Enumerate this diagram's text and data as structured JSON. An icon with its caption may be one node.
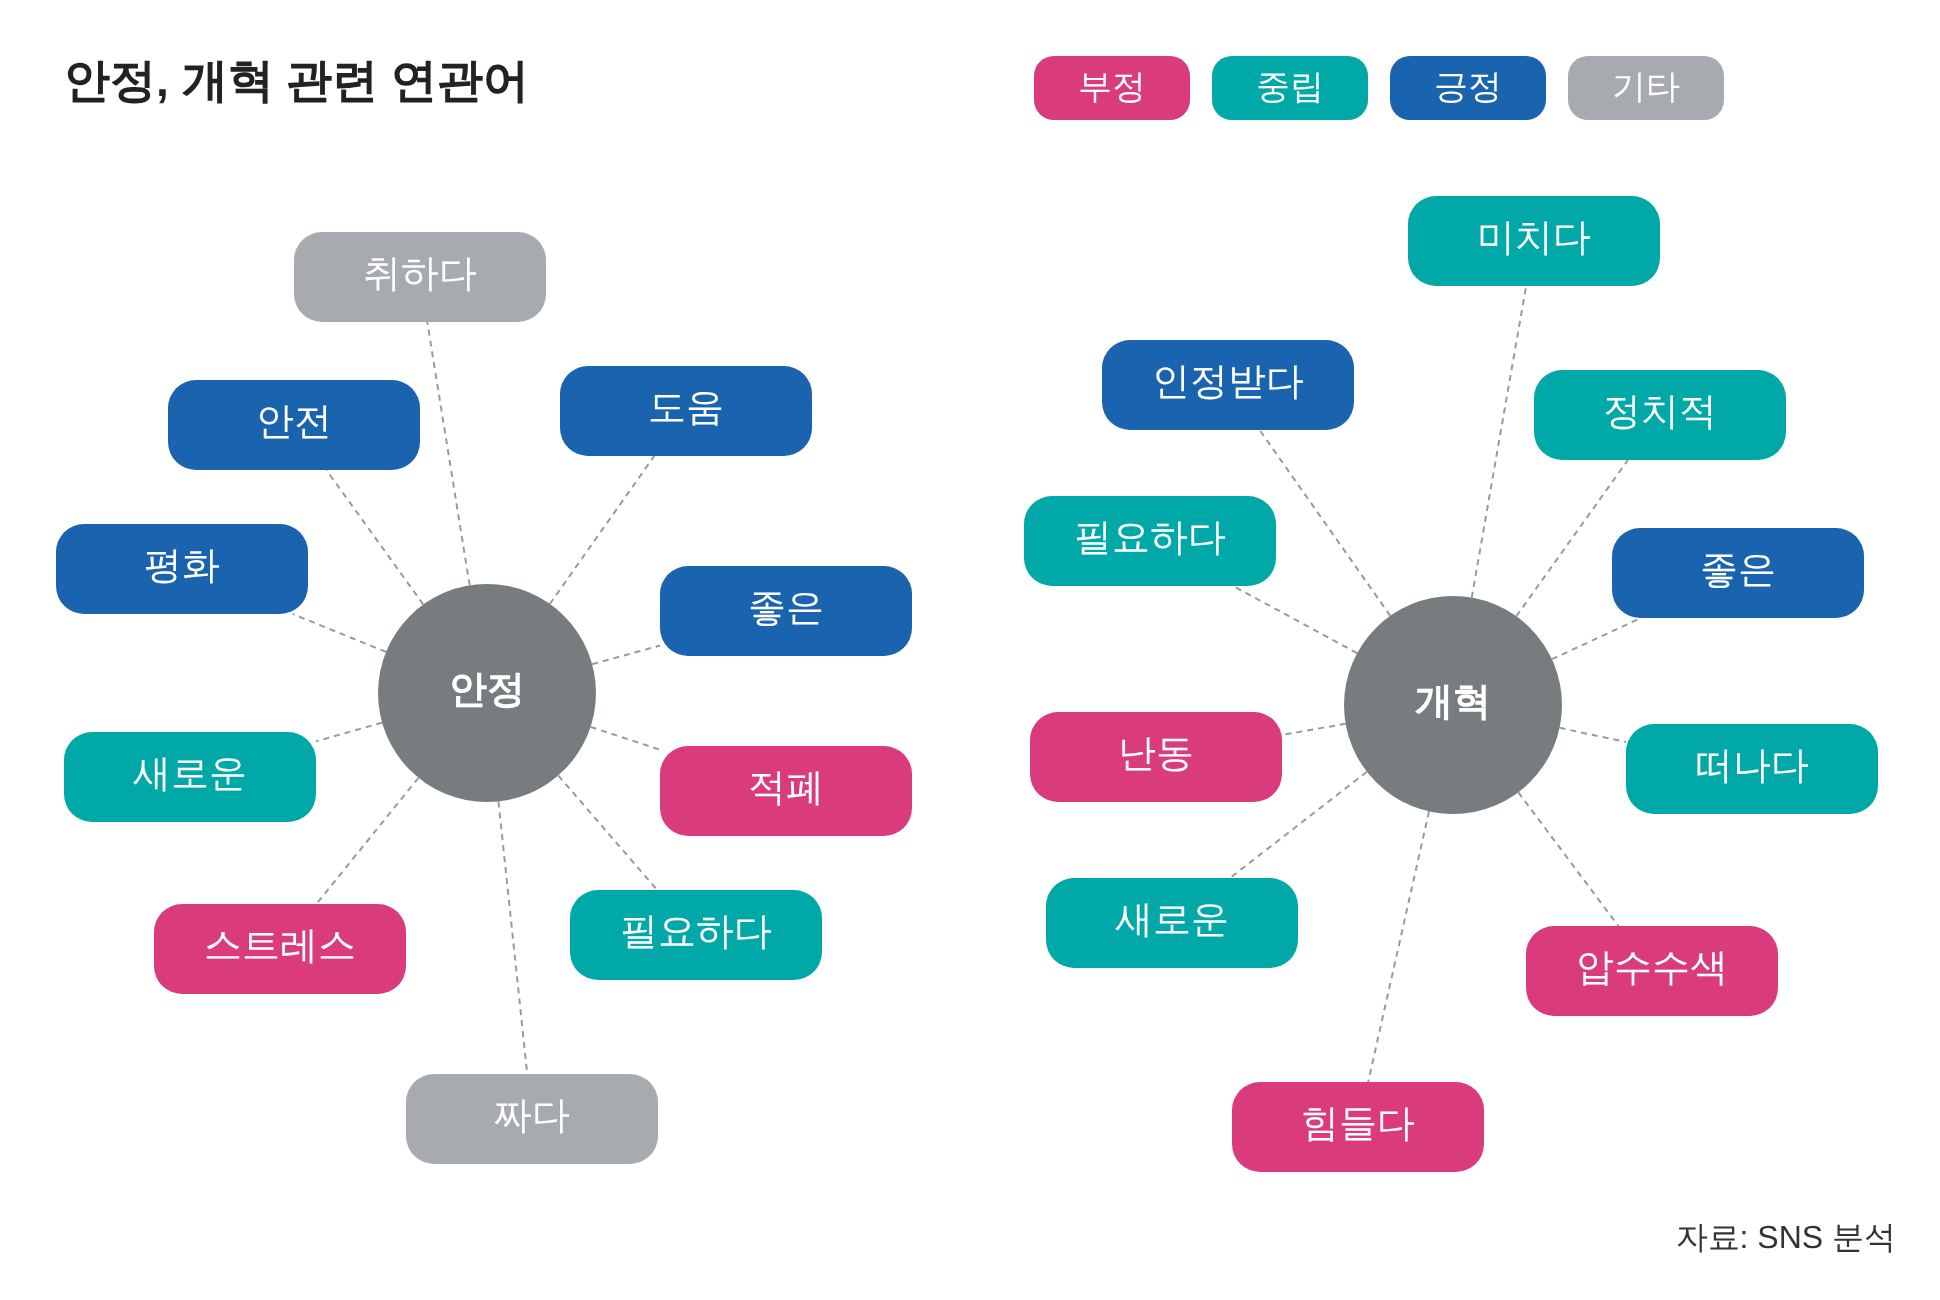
{
  "diagram": {
    "title": "안정, 개혁 관련 연관어",
    "caption": "자료: SNS 분석",
    "nodes": [
      {
        "text": [
          "안정"
        ]
      },
      {
        "text": [
          "취하다"
        ]
      },
      {
        "text": [
          "안전"
        ]
      },
      {
        "text": [
          "도움"
        ]
      },
      {
        "text": [
          "평화"
        ]
      },
      {
        "text": [
          "좋은"
        ]
      },
      {
        "text": [
          "새로운"
        ]
      },
      {
        "text": [
          "적폐"
        ]
      },
      {
        "text": [
          "스트레스"
        ]
      },
      {
        "text": [
          "필요하다"
        ]
      },
      {
        "text": [
          "짜다"
        ]
      },
      {
        "text": [
          "개혁"
        ]
      },
      {
        "text": [
          "미치다"
        ]
      },
      {
        "text": [
          "인정받다"
        ]
      },
      {
        "text": [
          "정치적"
        ]
      },
      {
        "text": [
          "필요하다"
        ]
      },
      {
        "text": [
          "좋은"
        ]
      },
      {
        "text": [
          "난동"
        ]
      },
      {
        "text": [
          "떠나다"
        ]
      },
      {
        "text": [
          "새로운"
        ]
      },
      {
        "text": [
          "압수수색"
        ]
      },
      {
        "text": [
          "힘들다"
        ]
      }
    ],
    "edges": [
      {
        "from": 0,
        "to": 1,
        "arrow": "none",
        "style": "dashed"
      },
      {
        "from": 0,
        "to": 2,
        "arrow": "none",
        "style": "dashed"
      },
      {
        "from": 0,
        "to": 3,
        "arrow": "none",
        "style": "dashed"
      },
      {
        "from": 0,
        "to": 4,
        "arrow": "none",
        "style": "dashed"
      },
      {
        "from": 0,
        "to": 5,
        "arrow": "none",
        "style": "dashed"
      },
      {
        "from": 0,
        "to": 6,
        "arrow": "none",
        "style": "dashed"
      },
      {
        "from": 0,
        "to": 7,
        "arrow": "none",
        "style": "dashed"
      },
      {
        "from": 0,
        "to": 8,
        "arrow": "none",
        "style": "dashed"
      },
      {
        "from": 0,
        "to": 9,
        "arrow": "none",
        "style": "dashed"
      },
      {
        "from": 0,
        "to": 10,
        "arrow": "none",
        "style": "dashed"
      },
      {
        "from": 11,
        "to": 12,
        "arrow": "none",
        "style": "dashed"
      },
      {
        "from": 11,
        "to": 13,
        "arrow": "none",
        "style": "dashed"
      },
      {
        "from": 11,
        "to": 14,
        "arrow": "none",
        "style": "dashed"
      },
      {
        "from": 11,
        "to": 15,
        "arrow": "none",
        "style": "dashed"
      },
      {
        "from": 11,
        "to": 16,
        "arrow": "none",
        "style": "dashed"
      },
      {
        "from": 11,
        "to": 17,
        "arrow": "none",
        "style": "dashed"
      },
      {
        "from": 11,
        "to": 18,
        "arrow": "none",
        "style": "dashed"
      },
      {
        "from": 11,
        "to": 19,
        "arrow": "none",
        "style": "dashed"
      },
      {
        "from": 11,
        "to": 20,
        "arrow": "none",
        "style": "dashed"
      },
      {
        "from": 11,
        "to": 21,
        "arrow": "none",
        "style": "dashed"
      }
    ],
    "legend": [
      {
        "text": "부정",
        "color": "#d93b7d"
      },
      {
        "text": "중립",
        "color": "#00a8a8"
      },
      {
        "text": "긍정",
        "color": "#1a63ae"
      },
      {
        "text": "기타",
        "color": "#a7abb0"
      }
    ]
  }
}
